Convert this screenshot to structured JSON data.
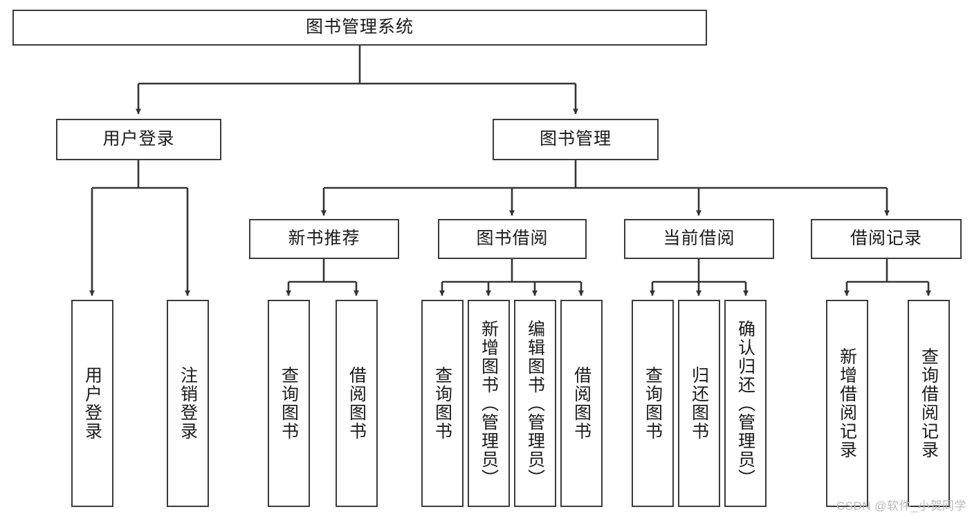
{
  "diagram": {
    "title": "图书管理系统",
    "type": "功能结构图",
    "colors": {
      "box_border": "#3a3a3a",
      "box_fill": "#ffffff",
      "edge": "#333333",
      "text": "#1a1a1a",
      "watermark": "#b9b9b9",
      "background": "#ffffff"
    },
    "root": {
      "id": "root",
      "label": "图书管理系统",
      "orientation": "horizontal"
    },
    "level2": [
      {
        "id": "user-login",
        "label": "用户登录",
        "orientation": "horizontal"
      },
      {
        "id": "book-manage",
        "label": "图书管理",
        "orientation": "horizontal"
      }
    ],
    "level3": [
      {
        "id": "new-book-recommend",
        "label": "新书推荐",
        "orientation": "horizontal",
        "parent": "book-manage"
      },
      {
        "id": "book-borrow",
        "label": "图书借阅",
        "orientation": "horizontal",
        "parent": "book-manage"
      },
      {
        "id": "current-borrow",
        "label": "当前借阅",
        "orientation": "horizontal",
        "parent": "book-manage"
      },
      {
        "id": "borrow-record",
        "label": "借阅记录",
        "orientation": "horizontal",
        "parent": "book-manage"
      }
    ],
    "leaves": [
      {
        "id": "leaf-user-login",
        "label": "用户登录",
        "parent": "user-login"
      },
      {
        "id": "leaf-logout-login",
        "label": "注销登录",
        "parent": "user-login"
      },
      {
        "id": "leaf-query-book-1",
        "label": "查询图书",
        "parent": "new-book-recommend"
      },
      {
        "id": "leaf-borrow-book-1",
        "label": "借阅图书",
        "parent": "new-book-recommend"
      },
      {
        "id": "leaf-query-book-2",
        "label": "查询图书",
        "parent": "book-borrow"
      },
      {
        "id": "leaf-add-book",
        "label": "新增图书（管理员）",
        "parent": "book-borrow"
      },
      {
        "id": "leaf-edit-book",
        "label": "编辑图书（管理员）",
        "parent": "book-borrow"
      },
      {
        "id": "leaf-borrow-book-2",
        "label": "借阅图书",
        "parent": "book-borrow"
      },
      {
        "id": "leaf-query-book-3",
        "label": "查询图书",
        "parent": "current-borrow"
      },
      {
        "id": "leaf-return-book",
        "label": "归还图书",
        "parent": "current-borrow"
      },
      {
        "id": "leaf-confirm-return",
        "label": "确认归还（管理员）",
        "parent": "current-borrow"
      },
      {
        "id": "leaf-add-record",
        "label": "新增借阅记录",
        "parent": "borrow-record"
      },
      {
        "id": "leaf-query-record",
        "label": "查询借阅记录",
        "parent": "borrow-record"
      }
    ]
  },
  "watermark": {
    "text": "CSDN @软件_小贺同学"
  }
}
